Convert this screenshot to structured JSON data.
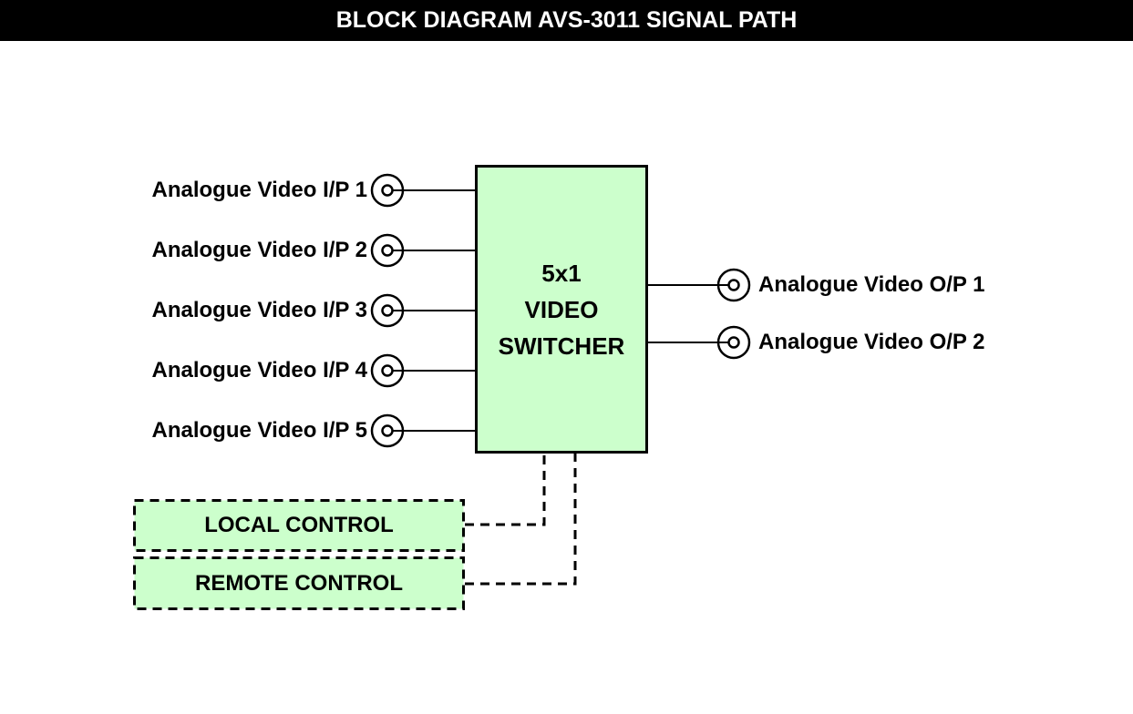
{
  "title": "BLOCK DIAGRAM AVS-3011 SIGNAL PATH",
  "switcher": {
    "lines": [
      "5x1",
      "VIDEO",
      "SWITCHER"
    ]
  },
  "inputs": [
    {
      "label": "Analogue Video I/P 1"
    },
    {
      "label": "Analogue Video I/P 2"
    },
    {
      "label": "Analogue Video I/P 3"
    },
    {
      "label": "Analogue Video I/P 4"
    },
    {
      "label": "Analogue Video I/P 5"
    }
  ],
  "outputs": [
    {
      "label": "Analogue Video O/P 1"
    },
    {
      "label": "Analogue Video O/P 2"
    }
  ],
  "controls": [
    {
      "label": "LOCAL CONTROL",
      "connection": "dashed"
    },
    {
      "label": "REMOTE CONTROL",
      "connection": "dashed"
    }
  ],
  "colors": {
    "block_fill": "#ccffcc",
    "line": "#000000",
    "title_bg": "#000000",
    "title_fg": "#ffffff"
  }
}
